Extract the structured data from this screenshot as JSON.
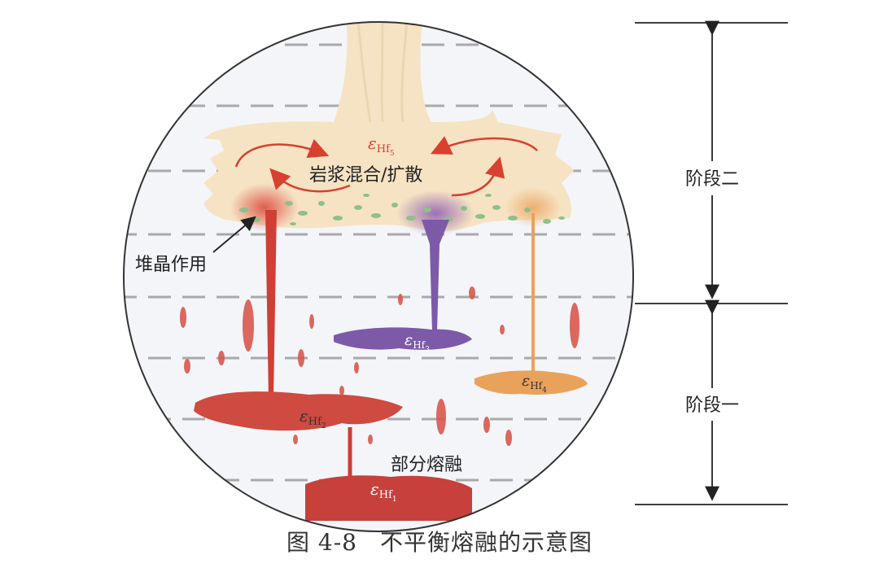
{
  "labels": {
    "magma_mixing": "岩浆混合/扩散",
    "cumulate": "堆晶作用",
    "partial_melting": "部分熔融",
    "stage_two": "阶段二",
    "stage_one": "阶段一"
  },
  "epsilon": {
    "symbol": "ε",
    "base": "Hf",
    "hf1": "1",
    "hf2": "2",
    "hf3": "3",
    "hf4": "4",
    "hf5": "5"
  },
  "caption": {
    "figure_no": "图 4-8",
    "title": "不平衡熔融的示意图"
  },
  "colors": {
    "background": "#f3f5f9",
    "magma_chamber": "#f6e3c3",
    "red_melt": "#cf3f36",
    "purple_melt": "#7c5aa8",
    "orange_melt": "#e9a25a",
    "crystals": "#8fbf8b",
    "arrows": "#d8402f"
  }
}
